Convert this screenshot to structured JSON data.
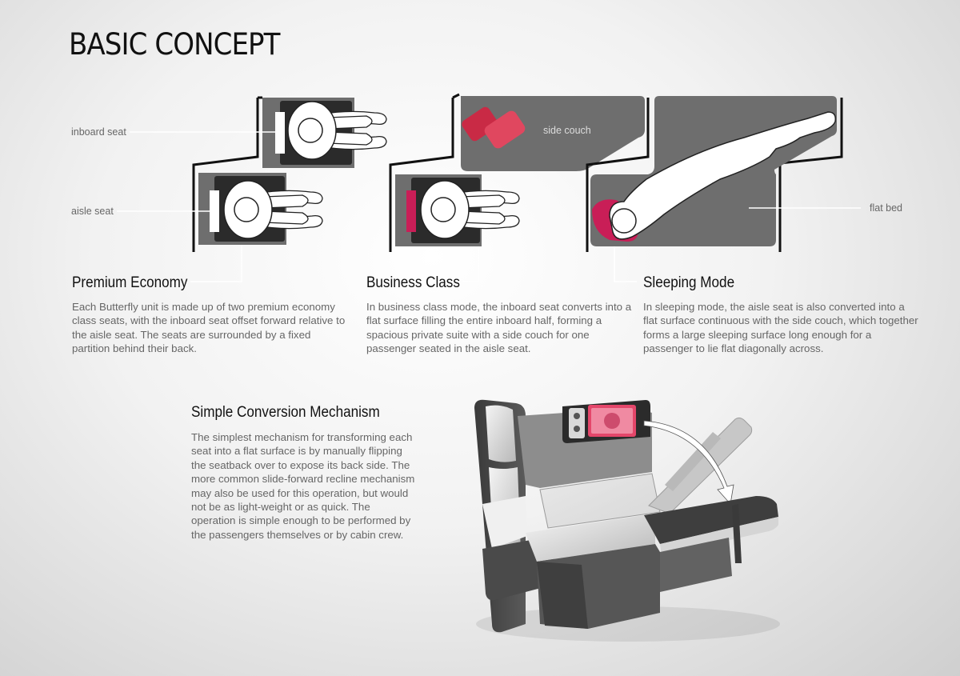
{
  "title": "BASIC CONCEPT",
  "labels": {
    "inboard_seat": "inboard seat",
    "aisle_seat": "aisle seat",
    "side_couch": "side couch",
    "flat_bed": "flat bed"
  },
  "sections": {
    "premium": {
      "title": "Premium Economy",
      "body": "Each Butterfly unit is made up of two premium economy class seats, with the inboard seat offset forward relative to the aisle seat. The seats are surrounded by a fixed partition behind their back."
    },
    "business": {
      "title": "Business Class",
      "body": "In business class mode, the inboard seat converts into a flat surface filling the entire inboard half, forming a spacious private suite with a side couch for one passenger seated in the aisle seat."
    },
    "sleeping": {
      "title": "Sleeping Mode",
      "body": "In sleeping mode, the aisle seat is also converted into a flat surface continuous with the side couch, which together forms a large sleeping surface long enough for a passenger to lie flat diagonally across."
    },
    "mechanism": {
      "title": "Simple Conversion Mechanism",
      "body": "The simplest mechanism for transforming each seat into a flat surface is by manually flipping the seatback over to expose its back side. The more common slide-forward recline mechanism may also be used for this operation, but would not be as light-weight or as quick. The operation is simple enough to be performed by the passengers themselves or by cabin crew."
    }
  },
  "colors": {
    "accent": "#d8334f",
    "partition": "#111111",
    "shell": "#6b6b6b",
    "cushion": "#2a2a2a"
  }
}
